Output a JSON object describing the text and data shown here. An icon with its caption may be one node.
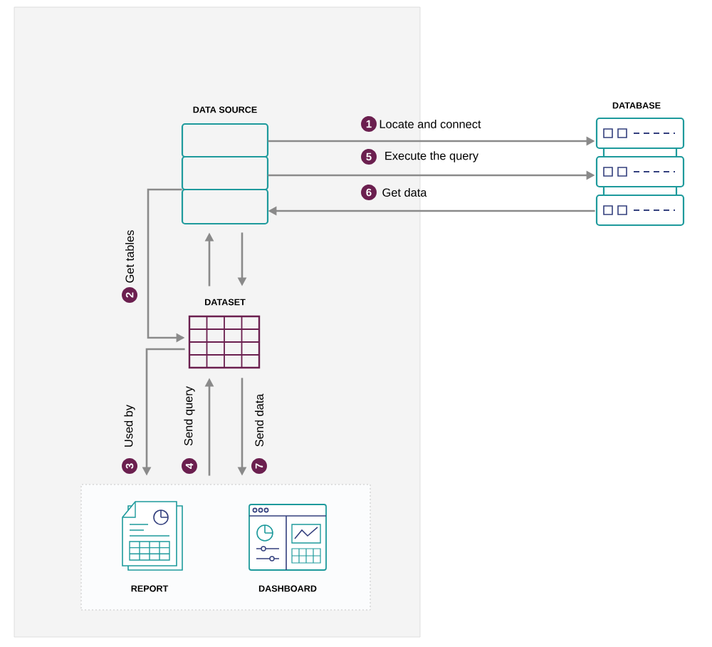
{
  "diagram": {
    "nodes": [
      {
        "text": [
          "DATA SOURCE"
        ]
      },
      {
        "text": [
          "DATABASE"
        ]
      },
      {
        "text": [
          "DATASET"
        ]
      },
      {
        "text": [],
        "shape": "box"
      },
      {
        "text": [
          "REPORT"
        ],
        "in": 3
      },
      {
        "text": [
          "DASHBOARD"
        ],
        "in": 3
      }
    ],
    "edges": [
      {
        "from": 0,
        "to": 1,
        "arrow": "to",
        "label": "Locate and connect"
      },
      {
        "from": 0,
        "to": 1,
        "arrow": "to",
        "label": "Execute the query"
      },
      {
        "from": 1,
        "to": 0,
        "arrow": "to",
        "label": "Get data"
      },
      {
        "from": 0,
        "to": 2,
        "arrow": "to",
        "label": "Get tables"
      },
      {
        "from": 2,
        "to": 0,
        "arrow": "to"
      },
      {
        "from": 0,
        "to": 2,
        "arrow": "to"
      },
      {
        "from": 2,
        "to": 3,
        "arrow": "to",
        "label": "Used by"
      },
      {
        "from": 3,
        "to": 2,
        "arrow": "to",
        "label": "Send query"
      },
      {
        "from": 2,
        "to": 3,
        "arrow": "to",
        "label": "Send data"
      }
    ],
    "labels": [
      "1",
      "5",
      "6",
      "2",
      "3",
      "4",
      "7"
    ]
  }
}
